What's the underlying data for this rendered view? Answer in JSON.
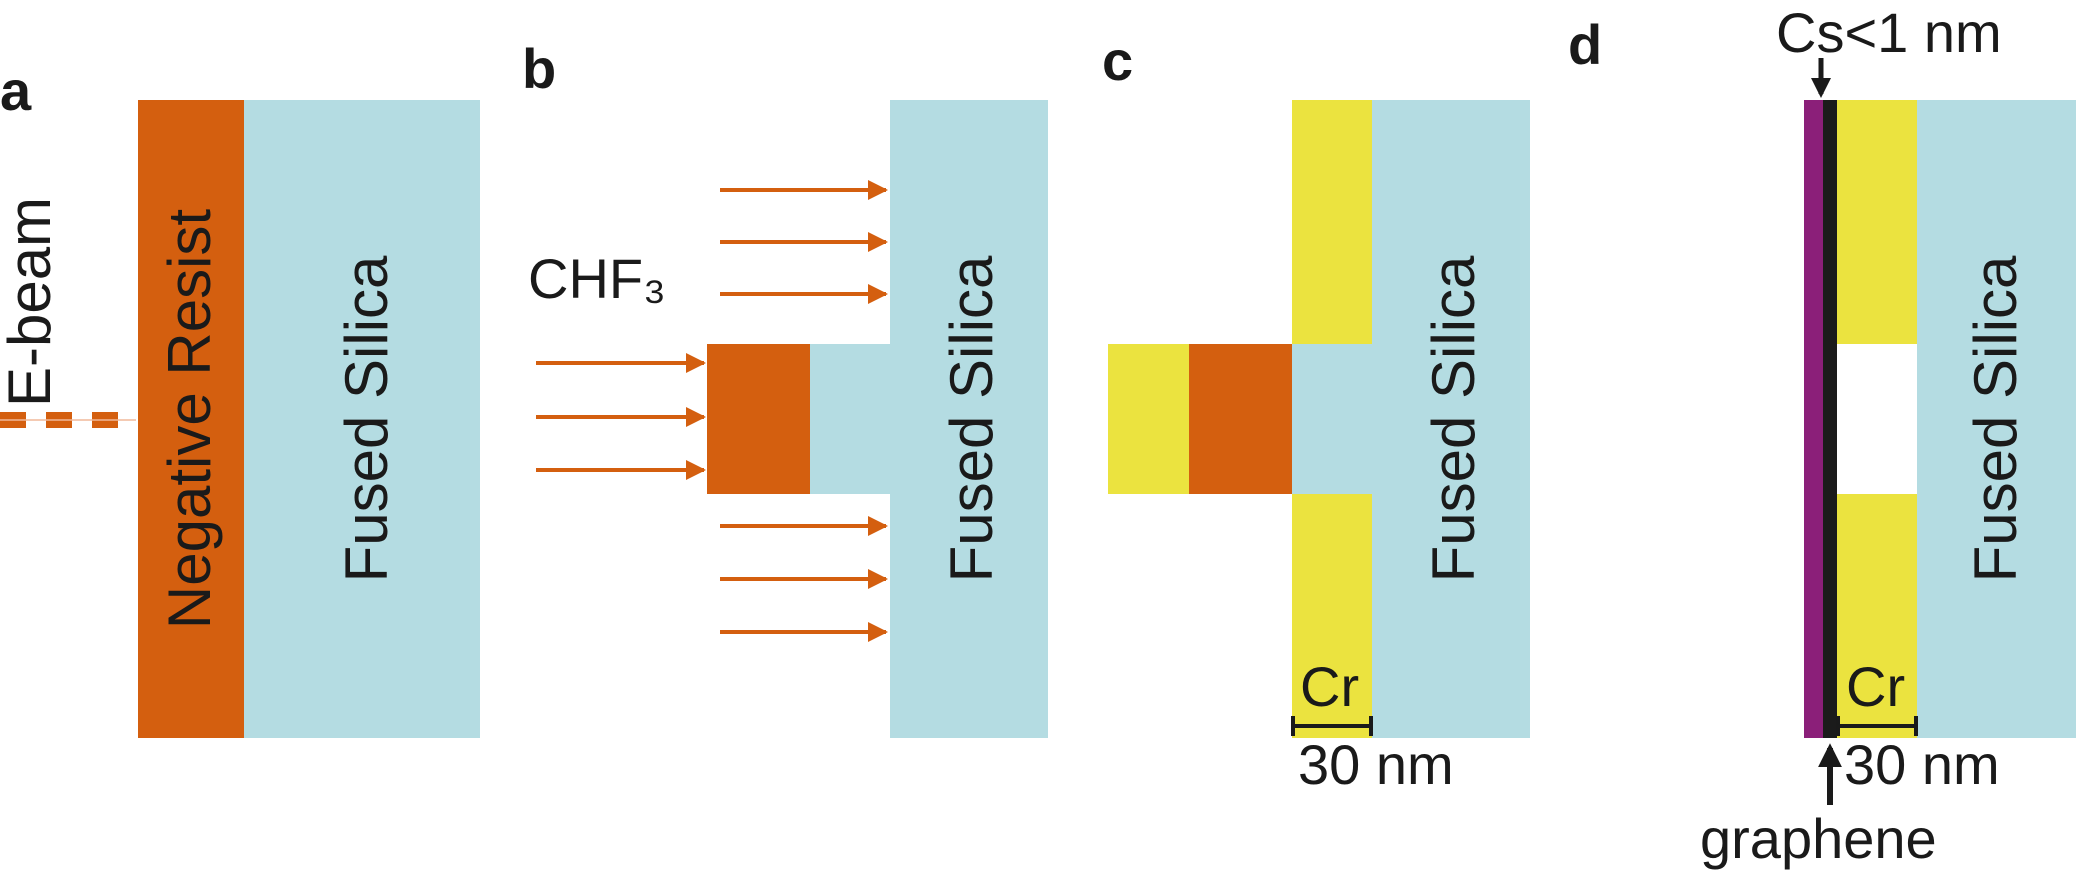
{
  "panels": {
    "a": {
      "label": "a",
      "ebeam": "E-beam",
      "resist": "Negative Resist",
      "substrate": "Fused Silica"
    },
    "b": {
      "label": "b",
      "gas": "CHF₃",
      "substrate": "Fused Silica"
    },
    "c": {
      "label": "c",
      "metal": "Cr",
      "width": "30 nm",
      "substrate": "Fused Silica"
    },
    "d": {
      "label": "d",
      "cs": "Cs<1 nm",
      "metal": "Cr",
      "width": "30 nm",
      "graphene": "graphene",
      "substrate": "Fused Silica"
    }
  },
  "colors": {
    "resist": "#d45f0f",
    "silica": "#b4dce2",
    "chromium": "#ebe33f",
    "cesium": "#8b1f79",
    "graphene": "#1b1b1b",
    "arrow": "#d45f0f"
  }
}
